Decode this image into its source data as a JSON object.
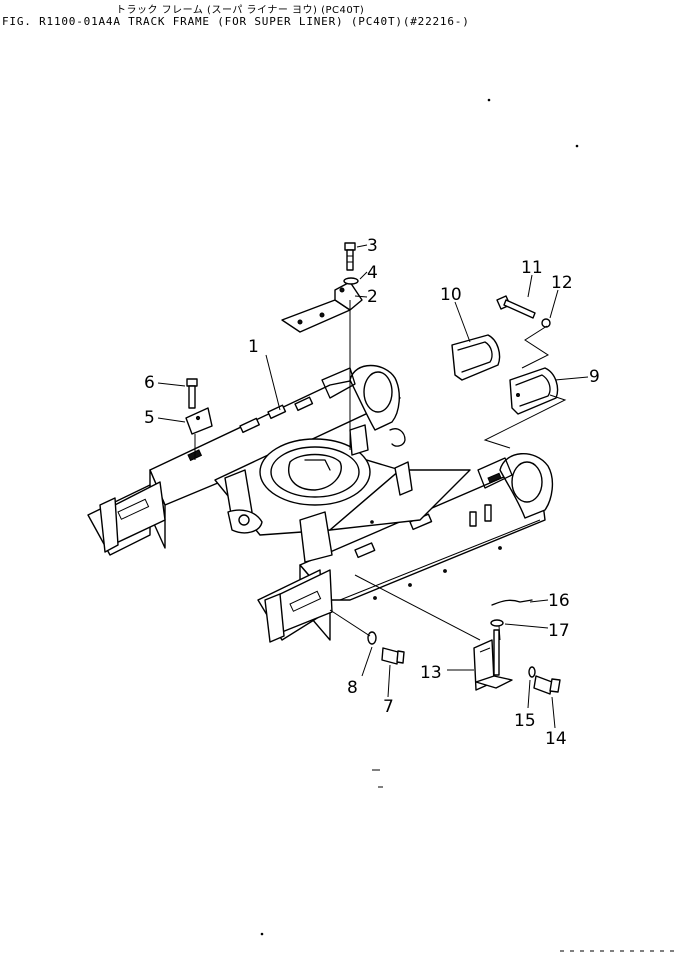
{
  "header": {
    "japanese_title": "トラック フレーム (スーパ ライナー ヨウ) (PC40T)",
    "figure_title": "FIG. R1100-01A4A  TRACK FRAME (FOR SUPER LINER) (PC40T)(#22216-)"
  },
  "callouts": [
    "1",
    "2",
    "3",
    "4",
    "5",
    "6",
    "7",
    "8",
    "9",
    "10",
    "11",
    "12",
    "13",
    "14",
    "15",
    "16",
    "17"
  ]
}
